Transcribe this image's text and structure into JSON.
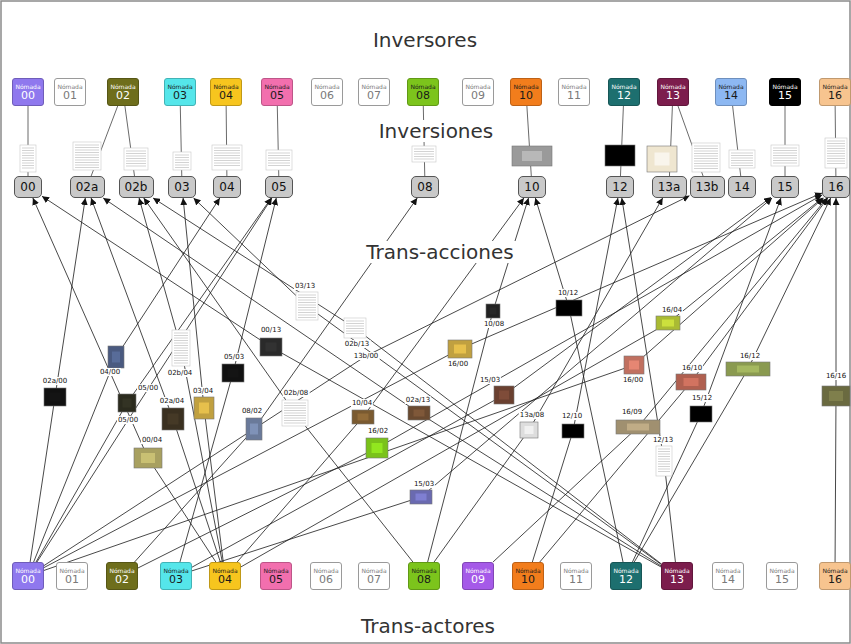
{
  "diagram": {
    "nodes": [
      {
        "text": [
          "Nómada",
          "00"
        ]
      },
      {
        "text": [
          "Nómada",
          "01"
        ]
      },
      {
        "text": [
          "Nómada",
          "02"
        ]
      },
      {
        "text": [
          "Nómada",
          "03"
        ]
      },
      {
        "text": [
          "Nómada",
          "04"
        ]
      },
      {
        "text": [
          "Nómada",
          "05"
        ]
      },
      {
        "text": [
          "Nómada",
          "06"
        ]
      },
      {
        "text": [
          "Nómada",
          "07"
        ]
      },
      {
        "text": [
          "Nómada",
          "08"
        ]
      },
      {
        "text": [
          "Nómada",
          "09"
        ]
      },
      {
        "text": [
          "Nómada",
          "10"
        ]
      },
      {
        "text": [
          "Nómada",
          "11"
        ]
      },
      {
        "text": [
          "Nómada",
          "12"
        ]
      },
      {
        "text": [
          "Nómada",
          "13"
        ]
      },
      {
        "text": [
          "Nómada",
          "14"
        ]
      },
      {
        "text": [
          "Nómada",
          "15"
        ]
      },
      {
        "text": [
          "Nómada",
          "16"
        ]
      },
      {
        "text": [
          "00"
        ]
      },
      {
        "text": [
          "02a"
        ]
      },
      {
        "text": [
          "02b"
        ]
      },
      {
        "text": [
          "03"
        ]
      },
      {
        "text": [
          "04"
        ]
      },
      {
        "text": [
          "05"
        ]
      },
      {
        "text": [
          "08"
        ]
      },
      {
        "text": [
          "10"
        ]
      },
      {
        "text": [
          "12"
        ]
      },
      {
        "text": [
          "13a"
        ]
      },
      {
        "text": [
          "13b"
        ]
      },
      {
        "text": [
          "14"
        ]
      },
      {
        "text": [
          "15"
        ]
      },
      {
        "text": [
          "16"
        ]
      },
      {
        "text": [
          "Nómada",
          "00"
        ]
      },
      {
        "text": [
          "Nómada",
          "01"
        ]
      },
      {
        "text": [
          "Nómada",
          "02"
        ]
      },
      {
        "text": [
          "Nómada",
          "03"
        ]
      },
      {
        "text": [
          "Nómada",
          "04"
        ]
      },
      {
        "text": [
          "Nómada",
          "05"
        ]
      },
      {
        "text": [
          "Nómada",
          "06"
        ]
      },
      {
        "text": [
          "Nómada",
          "07"
        ]
      },
      {
        "text": [
          "Nómada",
          "08"
        ]
      },
      {
        "text": [
          "Nómada",
          "09"
        ]
      },
      {
        "text": [
          "Nómada",
          "10"
        ]
      },
      {
        "text": [
          "Nómada",
          "11"
        ]
      },
      {
        "text": [
          "Nómada",
          "12"
        ]
      },
      {
        "text": [
          "Nómada",
          "13"
        ]
      },
      {
        "text": [
          "Nómada",
          "14"
        ]
      },
      {
        "text": [
          "Nómada",
          "15"
        ]
      },
      {
        "text": [
          "Nómada",
          "16"
        ]
      }
    ],
    "edges": [
      {
        "from": 0,
        "to": 17,
        "arrow": "none"
      },
      {
        "from": 2,
        "to": 18,
        "arrow": "none"
      },
      {
        "from": 2,
        "to": 19,
        "arrow": "none"
      },
      {
        "from": 3,
        "to": 20,
        "arrow": "none"
      },
      {
        "from": 4,
        "to": 21,
        "arrow": "none"
      },
      {
        "from": 5,
        "to": 22,
        "arrow": "none"
      },
      {
        "from": 8,
        "to": 23,
        "arrow": "none"
      },
      {
        "from": 10,
        "to": 24,
        "arrow": "none"
      },
      {
        "from": 12,
        "to": 25,
        "arrow": "none"
      },
      {
        "from": 13,
        "to": 26,
        "arrow": "none"
      },
      {
        "from": 13,
        "to": 27,
        "arrow": "none"
      },
      {
        "from": 14,
        "to": 28,
        "arrow": "none"
      },
      {
        "from": 15,
        "to": 29,
        "arrow": "none"
      },
      {
        "from": 16,
        "to": 30,
        "arrow": "none"
      },
      {
        "from": 31,
        "to": 18,
        "label": "02a/00",
        "arrow": "to"
      },
      {
        "from": 31,
        "to": 21,
        "label": "04/00",
        "arrow": "to"
      },
      {
        "from": 31,
        "to": 22,
        "label": "05/00",
        "arrow": "to"
      },
      {
        "from": 31,
        "to": 22,
        "label": "05/00",
        "arrow": "to"
      },
      {
        "from": 35,
        "to": 17,
        "label": "00/04",
        "arrow": "to"
      },
      {
        "from": 35,
        "to": 19,
        "label": "02b/04",
        "arrow": "to"
      },
      {
        "from": 35,
        "to": 18,
        "label": "02a/04",
        "arrow": "to"
      },
      {
        "from": 35,
        "to": 20,
        "label": "03/04",
        "arrow": "to"
      },
      {
        "from": 34,
        "to": 22,
        "label": "05/03",
        "arrow": "to"
      },
      {
        "from": 44,
        "to": 17,
        "label": "00/13",
        "arrow": "to"
      },
      {
        "from": 44,
        "to": 20,
        "label": "03/13",
        "arrow": "to"
      },
      {
        "from": 44,
        "to": 19,
        "label": "02b/13",
        "arrow": "to"
      },
      {
        "from": 31,
        "to": 27,
        "label": "13b/00",
        "arrow": "to"
      },
      {
        "from": 39,
        "to": 19,
        "label": "02b/08",
        "arrow": "to"
      },
      {
        "from": 33,
        "to": 23,
        "label": "08/02",
        "arrow": "to"
      },
      {
        "from": 35,
        "to": 24,
        "label": "10/04",
        "arrow": "to"
      },
      {
        "from": 33,
        "to": 30,
        "label": "16/02",
        "arrow": "to"
      },
      {
        "from": 44,
        "to": 18,
        "label": "02a/13",
        "arrow": "to"
      },
      {
        "from": 34,
        "to": 29,
        "label": "15/03",
        "arrow": "to"
      },
      {
        "from": 34,
        "to": 29,
        "label": "15/03",
        "arrow": "to"
      },
      {
        "from": 31,
        "to": 30,
        "label": "16/00",
        "arrow": "to"
      },
      {
        "from": 31,
        "to": 30,
        "label": "16/00",
        "arrow": "to"
      },
      {
        "from": 39,
        "to": 24,
        "label": "10/08",
        "arrow": "to"
      },
      {
        "from": 43,
        "to": 24,
        "label": "10/12",
        "arrow": "to"
      },
      {
        "from": 39,
        "to": 26,
        "label": "13a/08",
        "arrow": "to"
      },
      {
        "from": 41,
        "to": 25,
        "label": "12/10",
        "arrow": "to"
      },
      {
        "from": 35,
        "to": 30,
        "label": "16/04",
        "arrow": "to"
      },
      {
        "from": 41,
        "to": 30,
        "label": "16/10",
        "arrow": "to"
      },
      {
        "from": 43,
        "to": 30,
        "label": "16/12",
        "arrow": "to"
      },
      {
        "from": 43,
        "to": 29,
        "label": "15/12",
        "arrow": "to"
      },
      {
        "from": 40,
        "to": 30,
        "label": "16/09",
        "arrow": "to"
      },
      {
        "from": 44,
        "to": 25,
        "label": "12/13",
        "arrow": "to"
      },
      {
        "from": 47,
        "to": 30,
        "label": "16/16",
        "arrow": "to"
      }
    ],
    "labels": [
      "Inversores",
      "Inversiones",
      "Trans-acciones",
      "Trans-actores"
    ]
  }
}
